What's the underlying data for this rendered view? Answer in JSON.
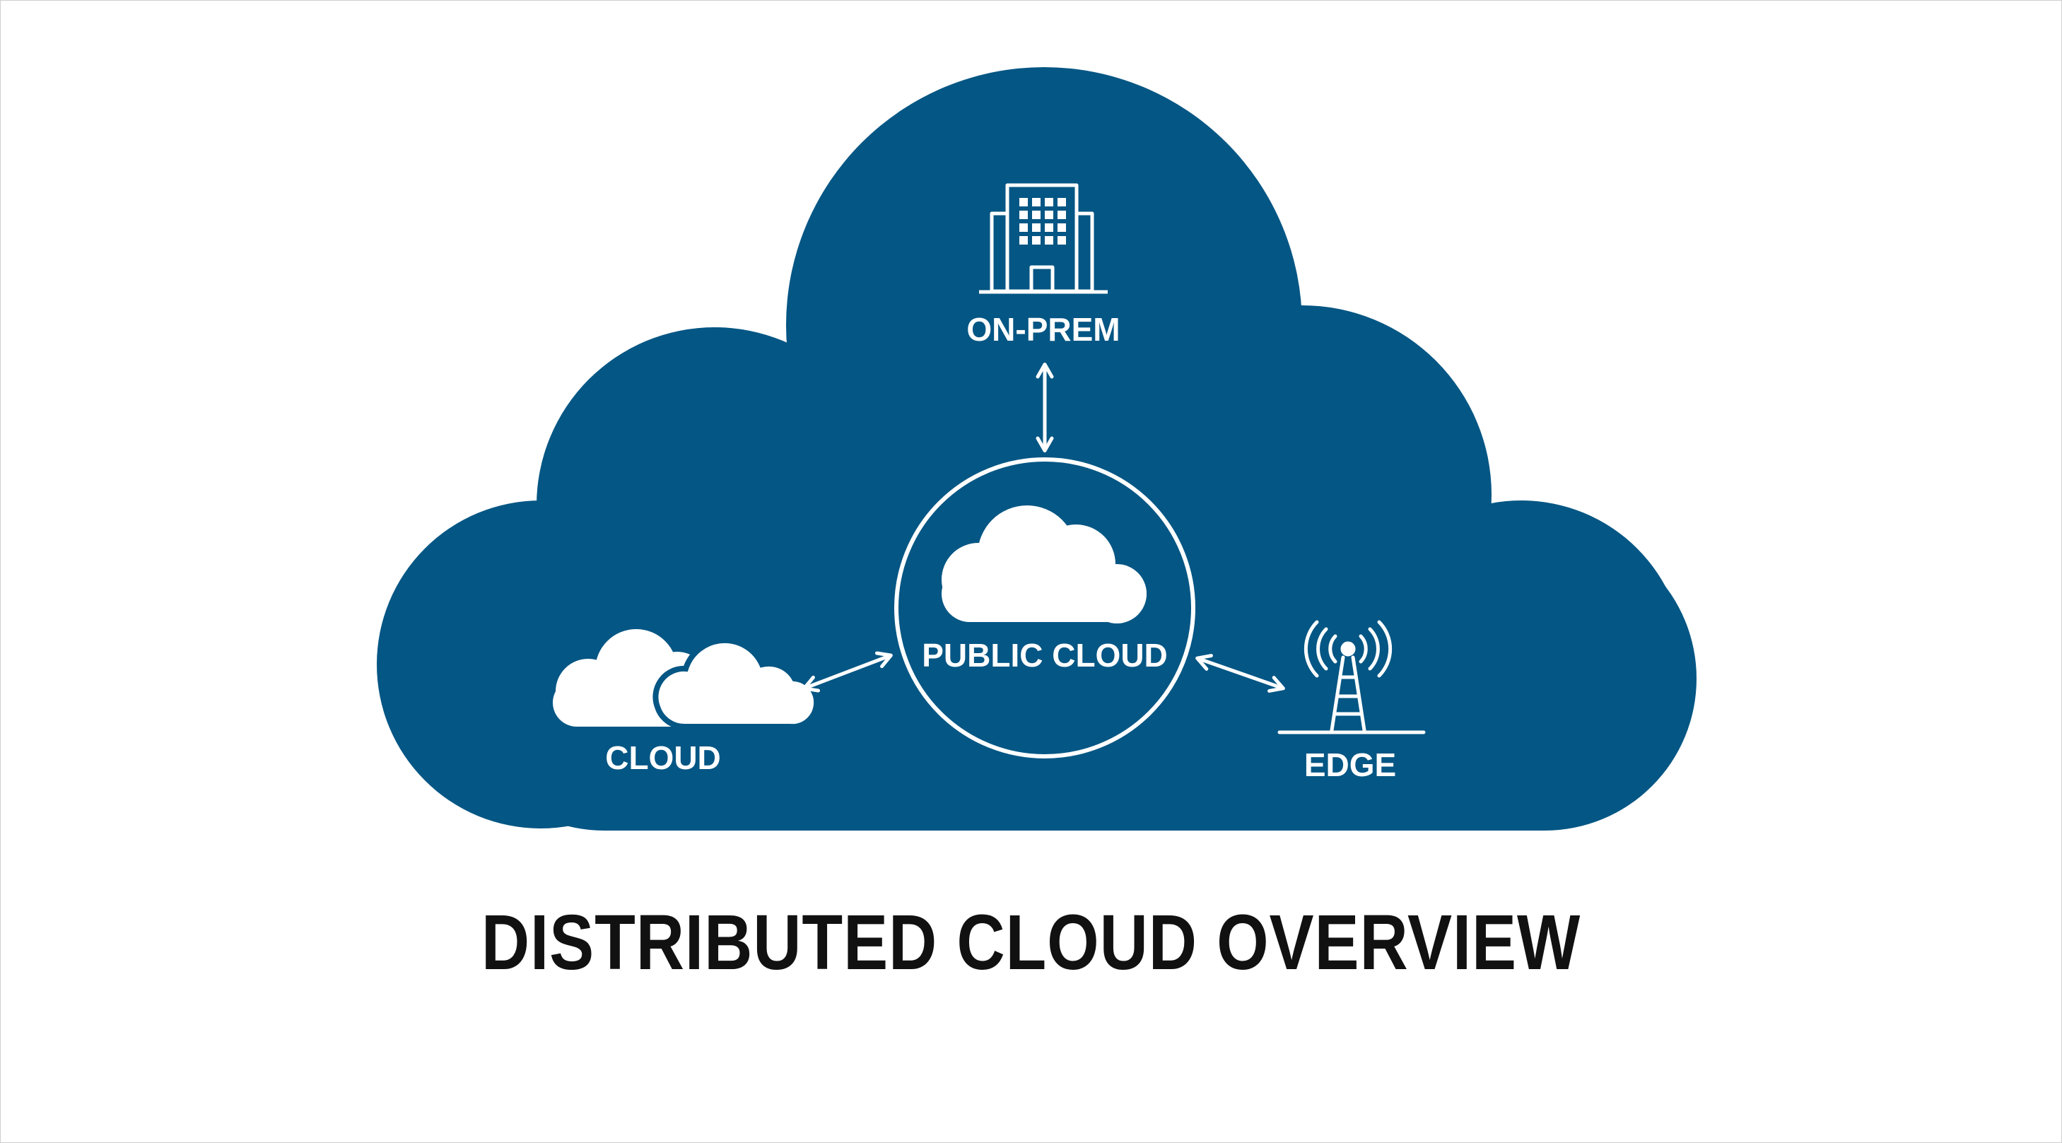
{
  "diagram": {
    "title": "DISTRIBUTED CLOUD OVERVIEW",
    "center_node": {
      "label": "PUBLIC CLOUD",
      "icon": "cloud-icon"
    },
    "nodes": [
      {
        "id": "on-prem",
        "label": "ON-PREM",
        "icon": "building-icon"
      },
      {
        "id": "cloud",
        "label": "CLOUD",
        "icon": "double-cloud-icon"
      },
      {
        "id": "edge",
        "label": "EDGE",
        "icon": "antenna-tower-icon"
      }
    ],
    "connections": [
      {
        "from": "public-cloud",
        "to": "on-prem",
        "type": "bidirectional"
      },
      {
        "from": "public-cloud",
        "to": "cloud",
        "type": "bidirectional"
      },
      {
        "from": "public-cloud",
        "to": "edge",
        "type": "bidirectional"
      }
    ]
  },
  "colors": {
    "cloud_fill": "#045684",
    "foreground": "#ffffff",
    "title_text": "#111111",
    "background": "#ffffff"
  }
}
